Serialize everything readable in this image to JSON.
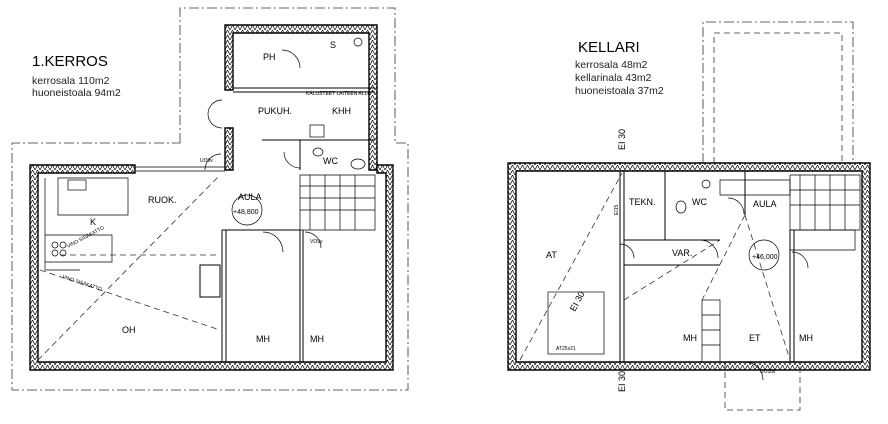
{
  "first_floor": {
    "title": "1.KERROS",
    "areas": [
      "kerrosala 110m2",
      "huoneistoala 94m2"
    ],
    "rooms": {
      "ph": "PH",
      "pukuh": "PUKUH.",
      "khh": "KHH",
      "wc": "WC",
      "ruok": "RUOK.",
      "aula": "AULA",
      "k": "K",
      "oh": "OH",
      "mh1": "MH",
      "mh2": "MH",
      "s": "S"
    },
    "level": "+48,800",
    "notes": {
      "vino1": "VINO SISÄKATTO",
      "vino2": "VINO SISÄKATTO",
      "kalusteet": "KALUSTEET LAITEEN ALLE",
      "door1": "VO9v",
      "door2": "UO9v"
    }
  },
  "basement": {
    "title": "KELLARI",
    "areas": [
      "kerrosala 48m2",
      "kellarinala 43m2",
      "huoneistoala 37m2"
    ],
    "rooms": {
      "tekn": "TEKN.",
      "wc": "WC",
      "aula": "AULA",
      "at": "AT",
      "var": "VAR.",
      "mh1": "MH",
      "et": "ET",
      "mh2": "MH"
    },
    "level": "+46,000",
    "fire_class": [
      "EI 30",
      "EI 30",
      "EI 30"
    ],
    "notes": {
      "at_size": "AT25x21",
      "door": "UO10v",
      "ei15": "EI15"
    }
  }
}
